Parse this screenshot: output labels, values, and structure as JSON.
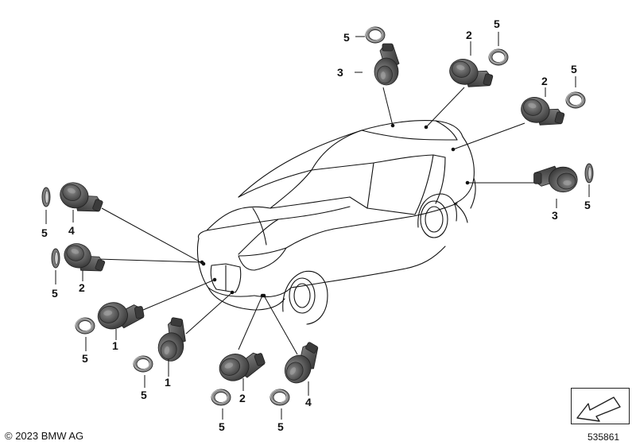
{
  "callouts": [
    {
      "id": "c3-top",
      "text": "3"
    },
    {
      "id": "c5-top",
      "text": "5"
    },
    {
      "id": "c2-top",
      "text": "2"
    },
    {
      "id": "c5-top-right",
      "text": "5"
    },
    {
      "id": "c2-right",
      "text": "2"
    },
    {
      "id": "c5-right",
      "text": "5"
    },
    {
      "id": "c3-rear",
      "text": "3"
    },
    {
      "id": "c5-rear",
      "text": "5"
    },
    {
      "id": "c4-left",
      "text": "4"
    },
    {
      "id": "c5-left",
      "text": "5"
    },
    {
      "id": "c2-left",
      "text": "2"
    },
    {
      "id": "c5-left-2",
      "text": "5"
    },
    {
      "id": "c1-a",
      "text": "1"
    },
    {
      "id": "c5-a",
      "text": "5"
    },
    {
      "id": "c1-b",
      "text": "1"
    },
    {
      "id": "c5-b",
      "text": "5"
    },
    {
      "id": "c2-bottom",
      "text": "2"
    },
    {
      "id": "c5-bottom",
      "text": "5"
    },
    {
      "id": "c4-bottom",
      "text": "4"
    },
    {
      "id": "c5-bottom-2",
      "text": "5"
    }
  ],
  "footer": {
    "copyright": "© 2023 BMW AG",
    "doc_number": "535861"
  },
  "colors": {
    "sensor_body": "#5e5e5e",
    "sensor_dark": "#3d3d3d",
    "sensor_light": "#8a8a8a",
    "ring": "#6a6a6a",
    "line": "#111111"
  },
  "icons": {
    "navigation": "arrow-back-icon"
  }
}
